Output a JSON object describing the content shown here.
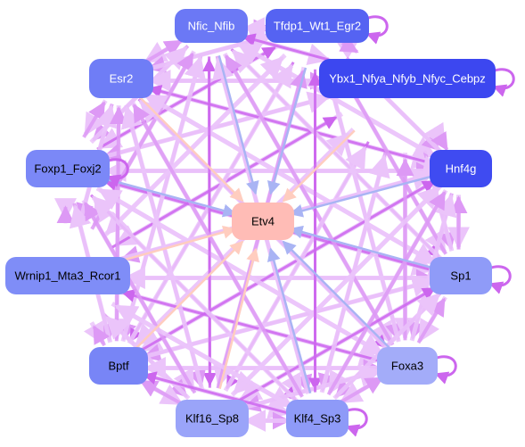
{
  "diagram": {
    "nodes": [
      {
        "id": "nfic",
        "label": "Nfic_Nfib",
        "color": "#6b78f5",
        "text_color": "#ffffff"
      },
      {
        "id": "tfdp1",
        "label": "Tfdp1_Wt1_Egr2",
        "color": "#5563f2",
        "text_color": "#ffffff"
      },
      {
        "id": "esr2",
        "label": "Esr2",
        "color": "#6f7df6",
        "text_color": "#ffffff"
      },
      {
        "id": "ybx1",
        "label": "Ybx1_Nfya_Nfyb_Nfyc_Cebpz",
        "color": "#3c47f0",
        "text_color": "#ffffff"
      },
      {
        "id": "foxp1",
        "label": "Foxp1_Foxj2",
        "color": "#7b88f7",
        "text_color": "#000000"
      },
      {
        "id": "hnf4g",
        "label": "Hnf4g",
        "color": "#3f4bf1",
        "text_color": "#ffffff"
      },
      {
        "id": "etv4",
        "label": "Etv4",
        "color": "#ffbcb6",
        "text_color": "#000000"
      },
      {
        "id": "wrnip1",
        "label": "Wrnip1_Mta3_Rcor1",
        "color": "#7f8df7",
        "text_color": "#000000"
      },
      {
        "id": "sp1",
        "label": "Sp1",
        "color": "#8f9bf8",
        "text_color": "#000000"
      },
      {
        "id": "bptf",
        "label": "Bptf",
        "color": "#7885f6",
        "text_color": "#000000"
      },
      {
        "id": "foxa3",
        "label": "Foxa3",
        "color": "#a3acf9",
        "text_color": "#000000"
      },
      {
        "id": "klf16",
        "label": "Klf16_Sp8",
        "color": "#9aa4f9",
        "text_color": "#000000"
      },
      {
        "id": "klf4",
        "label": "Klf4_Sp3",
        "color": "#8e9af8",
        "text_color": "#000000"
      }
    ],
    "edge_colors": {
      "strong": "#cc66ee",
      "medium": "#dd99f5",
      "light": "#ebc4fa",
      "to_target_blue": "#a9b4f4",
      "to_target_peach": "#ffcdbf"
    },
    "self_loops": [
      "tfdp1",
      "ybx1",
      "foxp1",
      "sp1",
      "foxa3",
      "klf4"
    ]
  }
}
